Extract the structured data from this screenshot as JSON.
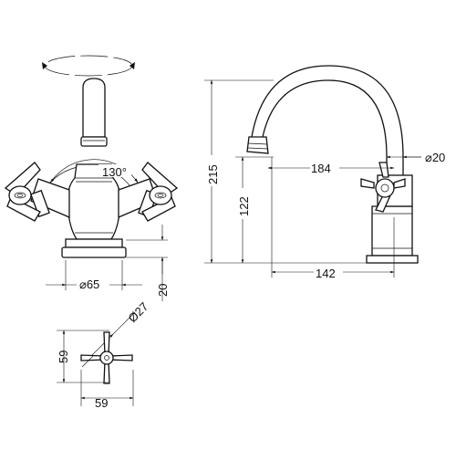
{
  "labels": {
    "angle": "130°",
    "base_diameter": "⌀65",
    "base_height": "20",
    "handle_diameter": "Ø27",
    "handle_height": "59",
    "handle_width": "59",
    "total_height": "215",
    "spout_height": "122",
    "reach": "184",
    "tail_diameter": "⌀20",
    "base_length": "142"
  }
}
